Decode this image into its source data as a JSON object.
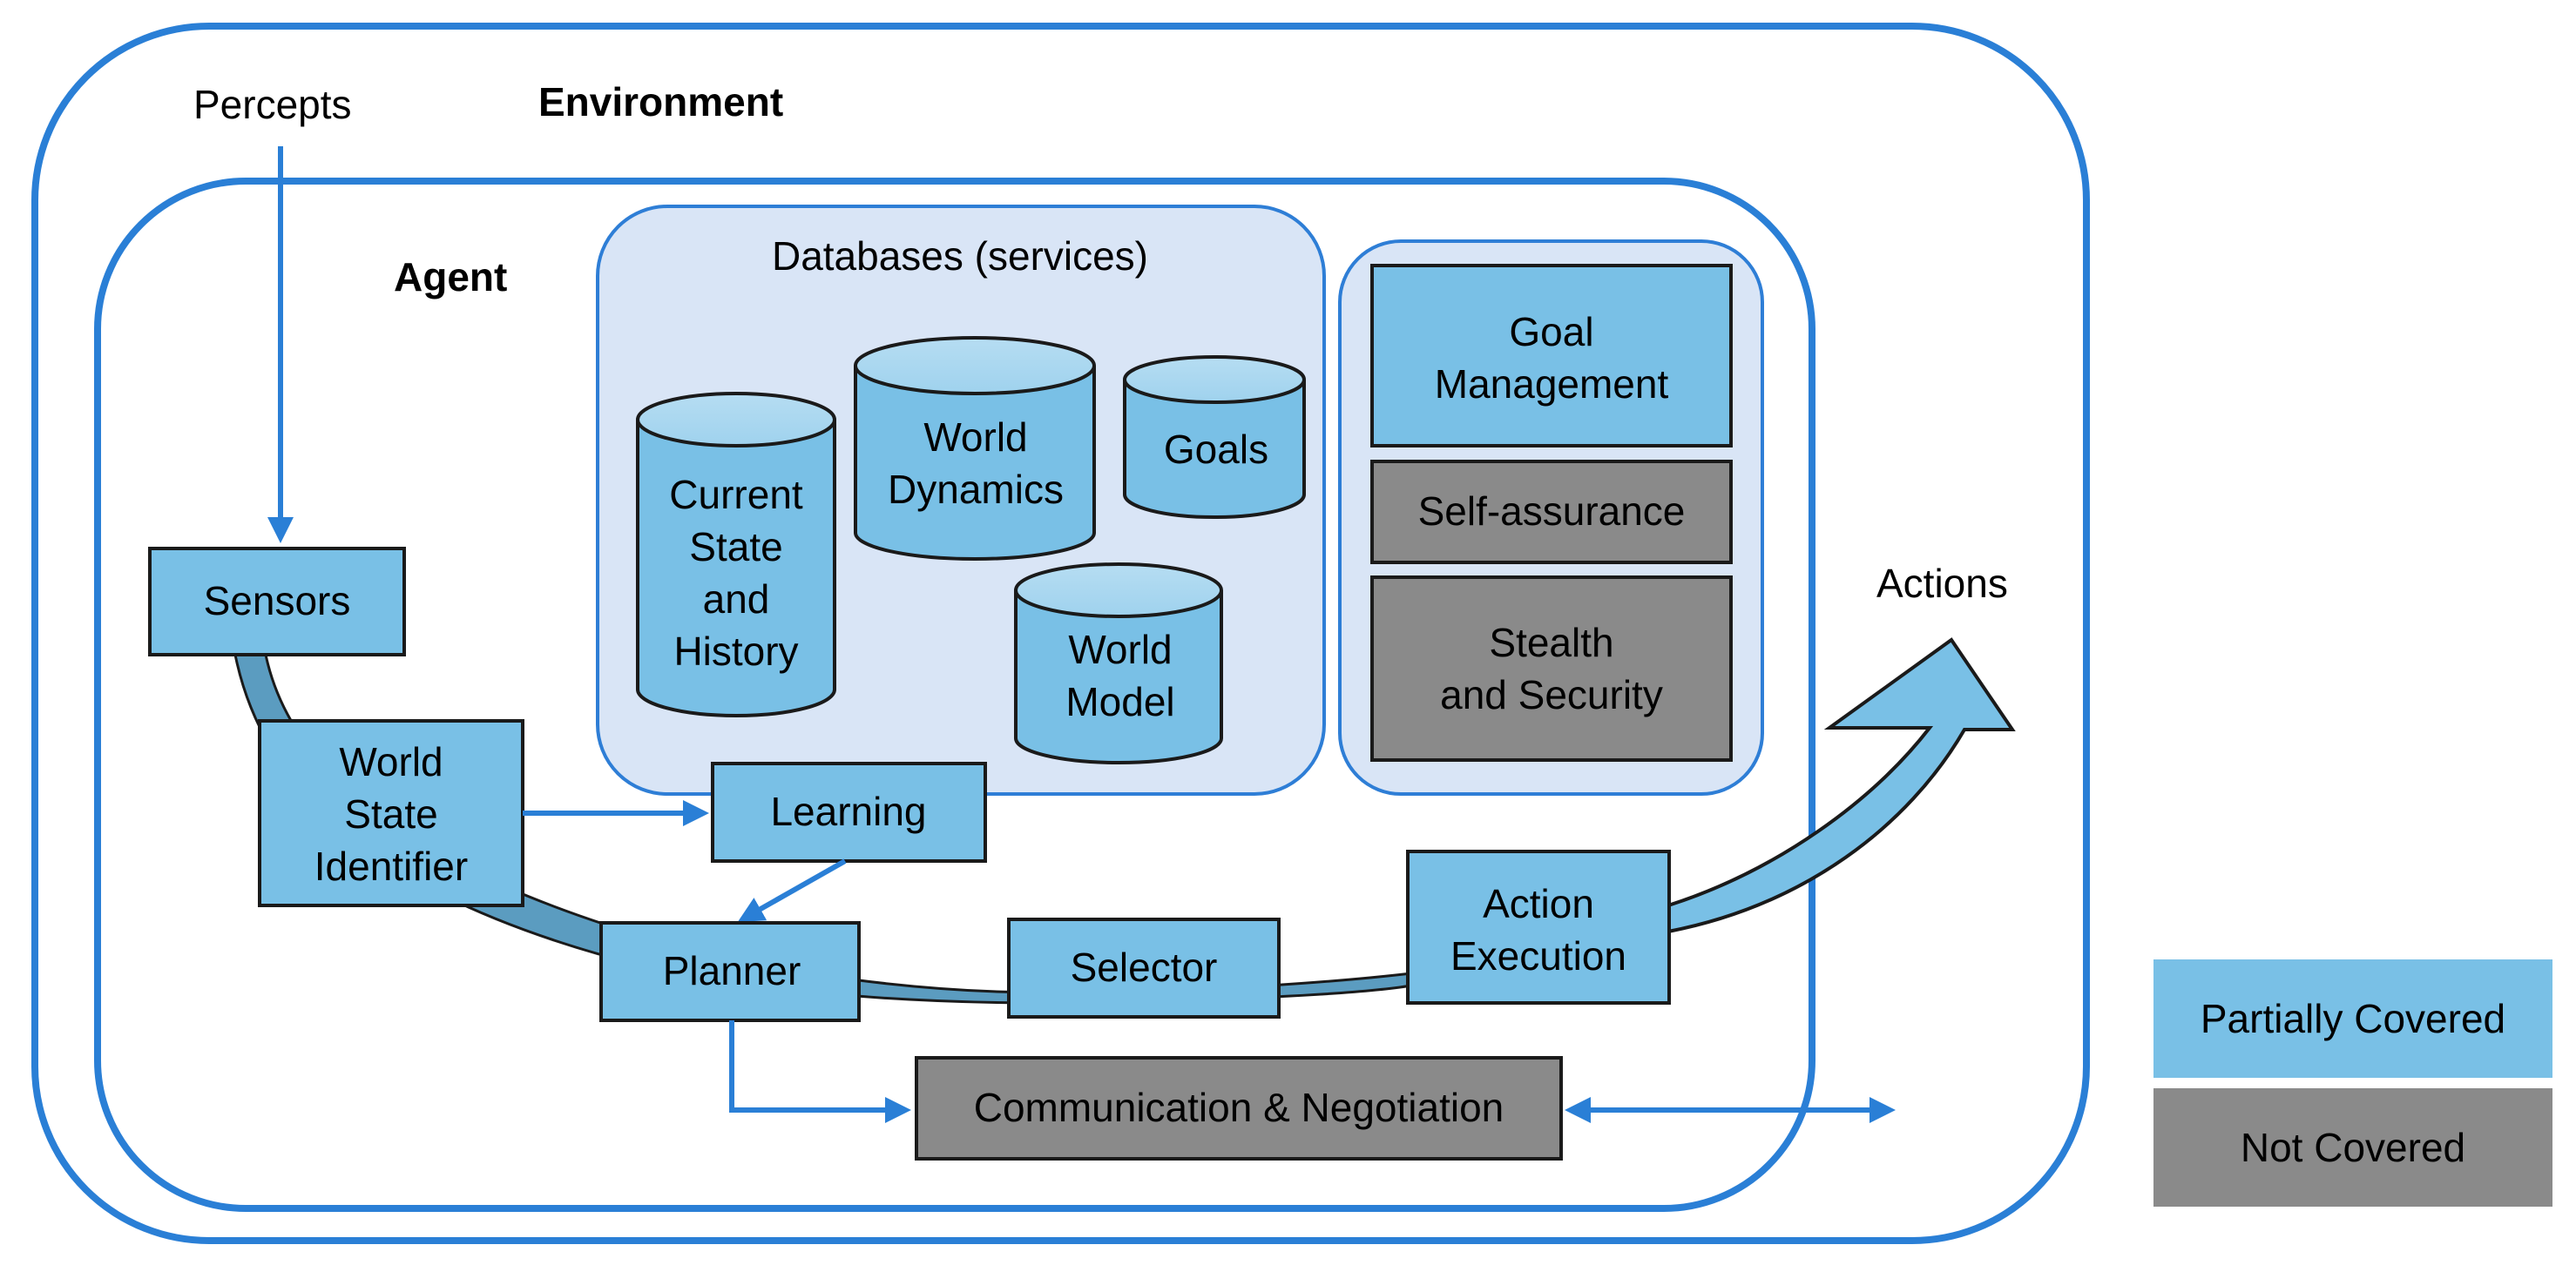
{
  "diagram": {
    "environment_label": "Environment",
    "agent_label": "Agent",
    "percepts_label": "Percepts",
    "actions_label": "Actions",
    "databases_title": "Databases (services)",
    "databases": [
      {
        "lines": [
          "Current",
          "State",
          "and",
          "History"
        ]
      },
      {
        "lines": [
          "World",
          "Dynamics"
        ]
      },
      {
        "lines": [
          "Goals"
        ]
      },
      {
        "lines": [
          "World",
          "Model"
        ]
      }
    ],
    "goal_management": [
      "Goal",
      "Management"
    ],
    "self_assurance": "Self-assurance",
    "stealth_security": [
      "Stealth",
      "and Security"
    ],
    "sensors": "Sensors",
    "world_state_identifier": [
      "World",
      "State",
      "Identifier"
    ],
    "learning": "Learning",
    "planner": "Planner",
    "selector": "Selector",
    "action_execution": [
      "Action",
      "Execution"
    ],
    "communication": "Communication & Negotiation"
  },
  "legend": {
    "partially_covered": "Partially Covered",
    "not_covered": "Not Covered"
  },
  "colors": {
    "partially_covered": "#79c0e6",
    "not_covered": "#8a8a8a",
    "frame": "#2a7fd6",
    "database_region": "#d9e5f6"
  }
}
